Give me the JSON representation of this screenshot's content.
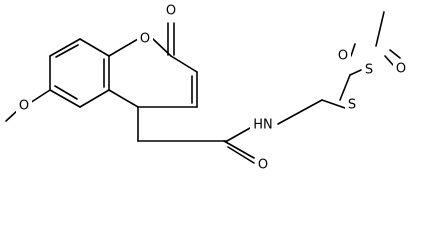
{
  "labels": {
    "ring_oxygen": "O",
    "carbonyl_oxygen_top": "O",
    "methoxy_oxygen": "O",
    "amide_oxygen": "O",
    "amide_nh": "HN",
    "thio_sulfur": "S",
    "sulfonyl_sulfur": "S",
    "sulfonyl_oxygen_left": "O",
    "sulfonyl_oxygen_right": "O"
  },
  "colors": {
    "bond": "#000000",
    "background": "#ffffff"
  }
}
